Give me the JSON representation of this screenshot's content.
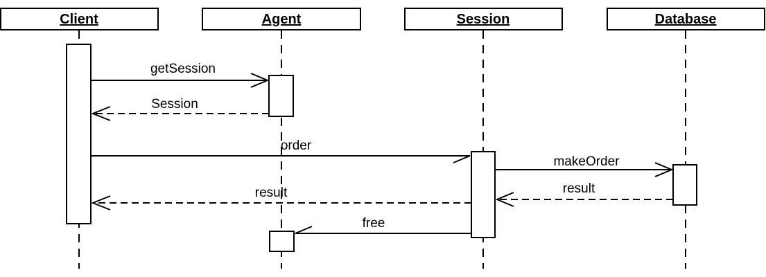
{
  "lifelines": [
    {
      "id": "client",
      "title": "Client"
    },
    {
      "id": "agent",
      "title": "Agent"
    },
    {
      "id": "session",
      "title": "Session"
    },
    {
      "id": "database",
      "title": "Database"
    }
  ],
  "messages": [
    {
      "id": "get-session",
      "label": "getSession",
      "from": "client",
      "to": "agent",
      "kind": "call"
    },
    {
      "id": "session-return",
      "label": "Session",
      "from": "agent",
      "to": "client",
      "kind": "return"
    },
    {
      "id": "order",
      "label": "order",
      "from": "client",
      "to": "session",
      "kind": "call"
    },
    {
      "id": "make-order",
      "label": "makeOrder",
      "from": "session",
      "to": "database",
      "kind": "call"
    },
    {
      "id": "db-result",
      "label": "result",
      "from": "database",
      "to": "session",
      "kind": "return"
    },
    {
      "id": "session-result",
      "label": "result",
      "from": "session",
      "to": "client",
      "kind": "return"
    },
    {
      "id": "free",
      "label": "free",
      "from": "session",
      "to": "agent",
      "kind": "call"
    }
  ],
  "colors": {
    "stroke": "#000000",
    "background": "#ffffff"
  }
}
